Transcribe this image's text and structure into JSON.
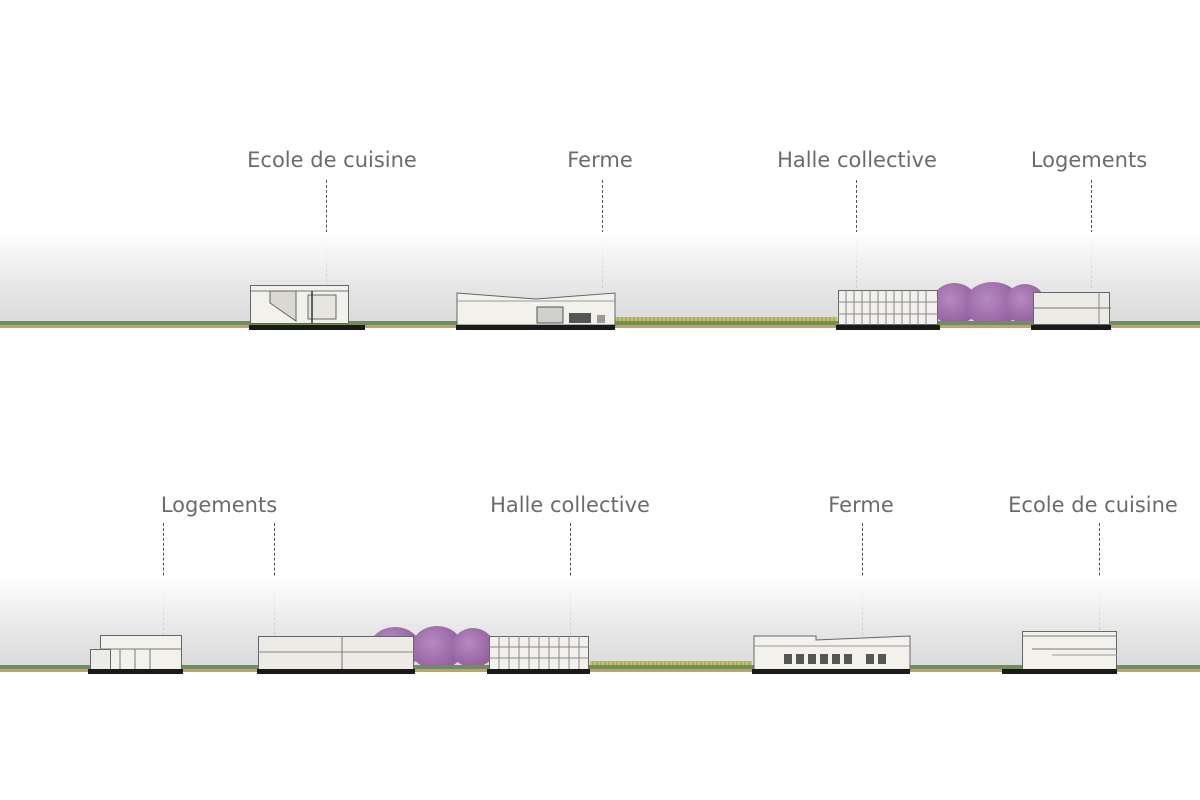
{
  "top_section": {
    "labels": [
      "Ecole de cuisine",
      "Ferme",
      "Halle collective",
      "Logements"
    ]
  },
  "bottom_section": {
    "labels": [
      "Logements",
      "Halle collective",
      "Ferme",
      "Ecole de cuisine"
    ]
  },
  "colors": {
    "label_text": "#6b6b6b",
    "grass": "#6f8f58",
    "soil": "#c99d6c",
    "tree_canopy": "#9c6aa8",
    "building_fill": "#f2f1ec",
    "plinth": "#1a1a1a"
  }
}
